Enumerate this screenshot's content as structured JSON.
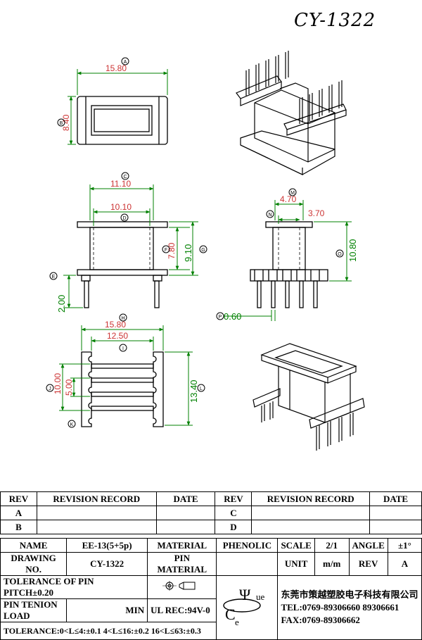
{
  "drawing": {
    "part_number": "CY-1322",
    "dims": {
      "A": "15.80",
      "B": "8.40",
      "C": "11.10",
      "D": "10.10",
      "E": "2.00",
      "F": "7.80",
      "G": "9.10",
      "H": "15.80",
      "I": "12.50",
      "J": "10.00",
      "K": "5.00",
      "L": "13.40",
      "M": "4.70",
      "N": "3.70",
      "O": "10.80",
      "P": "0.60"
    },
    "markers": [
      "A",
      "B",
      "C",
      "D",
      "E",
      "F",
      "G",
      "H",
      "I",
      "J",
      "K",
      "L",
      "M",
      "N",
      "O",
      "P"
    ]
  },
  "revision": {
    "headers": [
      "REV",
      "REVISION RECORD",
      "DATE",
      "REV",
      "REVISION RECORD",
      "DATE"
    ],
    "rows": [
      {
        "rev_left": "A",
        "rev_right": "C"
      },
      {
        "rev_left": "B",
        "rev_right": "D"
      }
    ]
  },
  "info": {
    "name_label": "NAME",
    "name_value": "EE-13(5+5p)",
    "material_label": "MATERIAL",
    "material_value": "PHENOLIC",
    "scale_label": "SCALE",
    "scale_value": "2/1",
    "angle_label": "ANGLE",
    "angle_value": "±1°",
    "drawing_no_label": "DRAWING NO.",
    "drawing_no_value": "CY-1322",
    "pin_material_label": "PIN MATERIAL",
    "unit_label": "UNIT",
    "unit_value": "m/m",
    "rev_label": "REV",
    "rev_value": "A",
    "pitch_tolerance": "TOLERANCE OF PIN PITCH±0.20",
    "tension_label": "PIN TENION LOAD",
    "tension_min": "MIN",
    "ul_rec": "UL REC:94V-0",
    "tolerance_line": "TOLERANCE:0<L≤4:±0.1  4<L≤16:±0.2  16<L≤63:±0.3",
    "company_name": "东莞市策越塑胶电子科技有限公司",
    "tel": "TEL:0769-89306660 89306661",
    "fax": "FAX:0769-89306662",
    "logo_letters": [
      "C",
      "Ψ",
      "ue",
      "e"
    ]
  }
}
